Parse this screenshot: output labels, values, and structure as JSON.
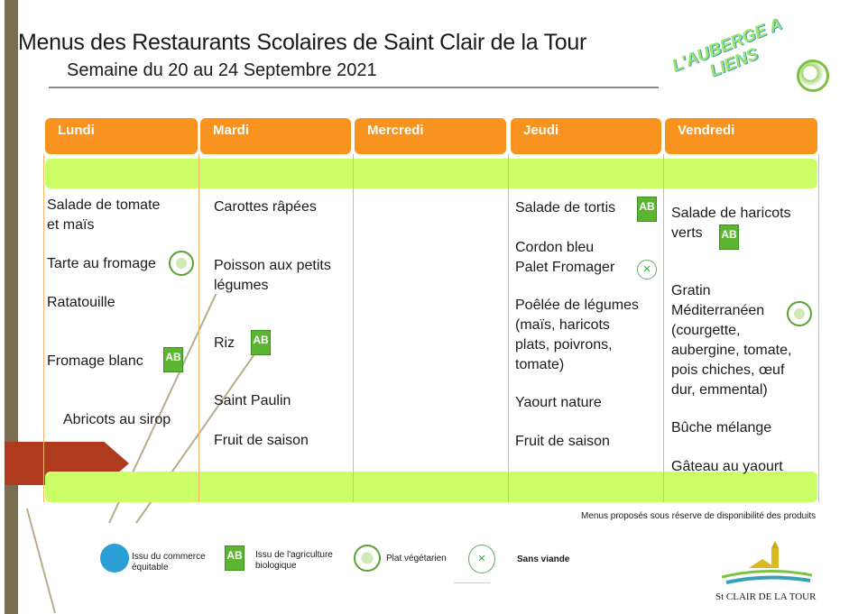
{
  "header": {
    "title": "Menus des Restaurants Scolaires de Saint Clair de la Tour",
    "subtitle": "Semaine du 20 au 24 Septembre 2021",
    "logo_text": "L'AUBERGE A LIENS"
  },
  "days": [
    {
      "name": "Lundi",
      "items": [
        "Salade de tomate\net maïs",
        "Tarte au fromage",
        "Ratatouille",
        "Fromage blanc",
        "Abricots au sirop"
      ]
    },
    {
      "name": "Mardi",
      "items": [
        "Carottes râpées",
        "Poisson aux petits\nlégumes",
        "Riz",
        "Saint Paulin",
        "Fruit de saison"
      ]
    },
    {
      "name": "Mercredi",
      "items": []
    },
    {
      "name": "Jeudi",
      "items": [
        "Salade de tortis",
        "Cordon bleu",
        "Palet Fromager",
        "Poêlée de légumes\n(maïs, haricots\nplats, poivrons,\ntomate)",
        "Yaourt nature",
        "Fruit de saison"
      ]
    },
    {
      "name": "Vendredi",
      "items": [
        "Salade de haricots\nverts",
        "Gratin\nMéditerranéen\n(courgette,\naubergine, tomate,\npois chiches, œuf\ndur, emmental)",
        "Bûche mélange",
        "Gâteau au yaourt"
      ]
    }
  ],
  "note": "Menus proposés sous réserve de disponibilité des produits",
  "legend": {
    "fair_trade": "Issu du commerce\néquitable",
    "organic": "Issu de l'agriculture\nbiologique",
    "vegetarian": "Plat végétarien",
    "no_meat": "Sans viande",
    "ab_label": "AB"
  },
  "footer_logo": "St CLAIR DE LA TOUR",
  "colors": {
    "orange": "#f7931e",
    "green": "#ccff66",
    "bar": "#7a6e52",
    "arrow": "#b03a1e"
  }
}
